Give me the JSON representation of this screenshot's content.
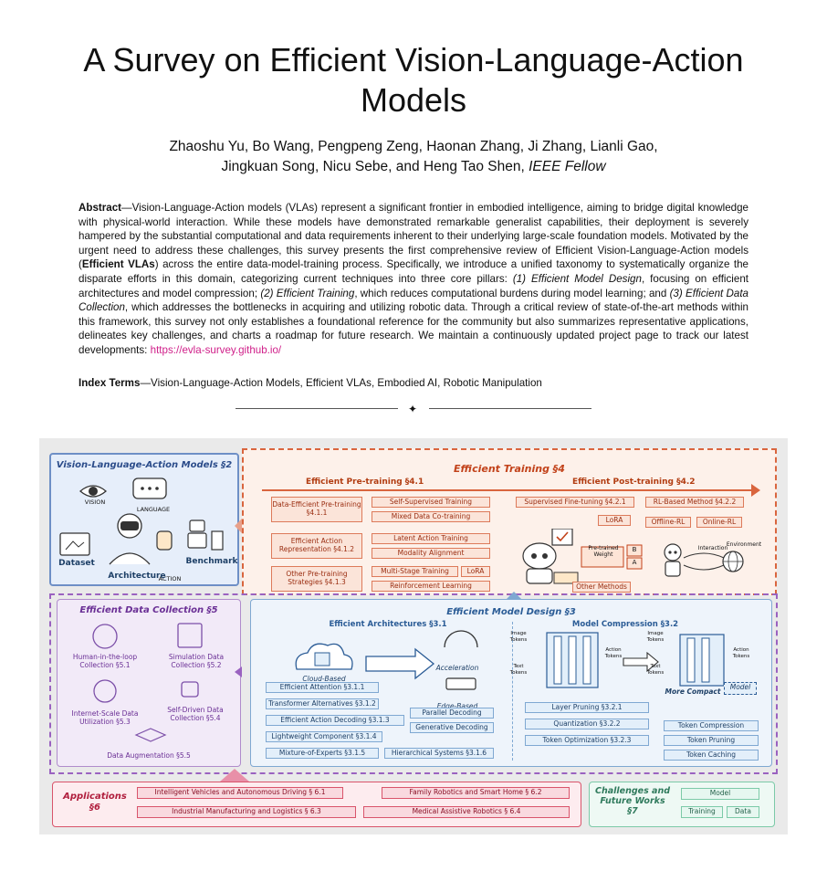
{
  "paper": {
    "title_line1": "A Survey on Efficient Vision-Language-Action",
    "title_line2": "Models",
    "authors_line1": "Zhaoshu Yu, Bo Wang, Pengpeng Zeng, Haonan Zhang, Ji Zhang, Lianli Gao,",
    "authors_line2": "Jingkuan Song, Nicu Sebe, and Heng Tao Shen,",
    "authors_fellow": "IEEE Fellow",
    "abstract_label": "Abstract",
    "abstract_p1": "—Vision-Language-Action models (VLAs) represent a significant frontier in embodied intelligence, aiming to bridge digital knowledge with physical-world interaction. While these models have demonstrated remarkable generalist capabilities, their deployment is severely hampered by the substantial computational and data requirements inherent to their underlying large-scale foundation models. Motivated by the urgent need to address these challenges, this survey presents the first comprehensive review of Efficient Vision-Language-Action models (",
    "abstract_bold": "Efficient VLAs",
    "abstract_p2": ") across the entire data-model-training process. Specifically, we introduce a unified taxonomy to systematically organize the disparate efforts in this domain, categorizing current techniques into three core pillars: ",
    "abstract_i1": "(1) Efficient Model Design",
    "abstract_p3": ", focusing on efficient architectures and model compression; ",
    "abstract_i2": "(2) Efficient Training",
    "abstract_p4": ", which reduces computational burdens during model learning; and ",
    "abstract_i3": "(3) Efficient Data Collection",
    "abstract_p5": ", which addresses the bottlenecks in acquiring and utilizing robotic data. Through a critical review of state-of-the-art methods within this framework, this survey not only establishes a foundational reference for the community but also summarizes representative applications, delineates key challenges, and charts a roadmap for future research. We maintain a continuously updated project page to track our latest developments: ",
    "abstract_link": "https://evla-survey.github.io/",
    "index_label": "Index Terms",
    "index_text": "—Vision-Language-Action Models, Efficient VLAs, Embodied AI, Robotic Manipulation",
    "divider_glyph": "✦"
  },
  "figure": {
    "vla": {
      "title": "Vision-Language-Action Models §2",
      "vision": "VISION",
      "language": "LANGUAGE",
      "action": "ACTION",
      "dataset": "Dataset",
      "architecture": "Architecture",
      "benchmark": "Benchmark"
    },
    "training": {
      "title": "Efficient Training §4",
      "pretrain": "Efficient Pre-training §4.1",
      "posttrain": "Efficient Post-training §4.2",
      "groups": [
        {
          "label": "Data-Efficient Pre-training §4.1.1",
          "items": [
            "Self-Supervised Training",
            "Mixed Data Co-training"
          ]
        },
        {
          "label": "Efficient Action Representation §4.1.2",
          "items": [
            "Latent Action Training",
            "Modality Alignment"
          ]
        },
        {
          "label": "Other Pre-training Strategies §4.1.3",
          "items": [
            "Multi-Stage Training",
            "LoRA",
            "Reinforcement Learning"
          ]
        }
      ],
      "sft": "Supervised Fine-tuning §4.2.1",
      "lora": "LoRA",
      "rl": "RL-Based Method §4.2.2",
      "offline": "Offline-RL",
      "online": "Online-RL",
      "pretrained_weight": "Pre-trained Weight",
      "wb": "B",
      "wa": "A",
      "interaction": "Interaction",
      "environment": "Environment",
      "other_methods": "Other Methods"
    },
    "data_collection": {
      "title": "Efficient Data Collection §5",
      "items": [
        "Human-in-the-loop Collection §5.1",
        "Simulation Data Collection §5.2",
        "Internet-Scale Data Utilization §5.3",
        "Self-Driven Data Collection §5.4"
      ],
      "augmentation": "Data Augmentation §5.5"
    },
    "model_design": {
      "title": "Efficient Model Design §3",
      "arch_title": "Efficient Architectures §3.1",
      "cloud": "Cloud-Based",
      "acceleration": "Acceleration",
      "edge": "Edge-Based",
      "attention": "Efficient Attention §3.1.1",
      "transformer_alt": "Transformer Alternatives §3.1.2",
      "action_decoding": "Efficient Action Decoding §3.1.3",
      "parallel": "Parallel Decoding",
      "generative": "Generative Decoding",
      "lightweight": "Lightweight Component §3.1.4",
      "moe": "Mixture-of-Experts §3.1.5",
      "hierarchical": "Hierarchical Systems §3.1.6",
      "comp_title": "Model Compression §3.2",
      "image_tokens": "Image Tokens",
      "text_tokens": "Text Tokens",
      "action_tokens": "Action Tokens",
      "more_compact": "More Compact",
      "model_tag": "Model",
      "layer_pruning": "Layer Pruning §3.2.1",
      "quantization": "Quantization §3.2.2",
      "token_opt": "Token Optimization §3.2.3",
      "token_compression": "Token Compression",
      "token_pruning": "Token Pruning",
      "token_caching": "Token Caching"
    },
    "applications": {
      "title_line1": "Applications",
      "title_line2": "§6",
      "items": [
        "Intelligent Vehicles and Autonomous Driving § 6.1",
        "Family Robotics and Smart Home § 6.2",
        "Industrial Manufacturing and Logistics § 6.3",
        "Medical Assistive Robotics § 6.4"
      ]
    },
    "challenges": {
      "title_line1": "Challenges and",
      "title_line2": "Future Works",
      "title_line3": "§7",
      "model": "Model",
      "training": "Training",
      "data": "Data"
    }
  }
}
